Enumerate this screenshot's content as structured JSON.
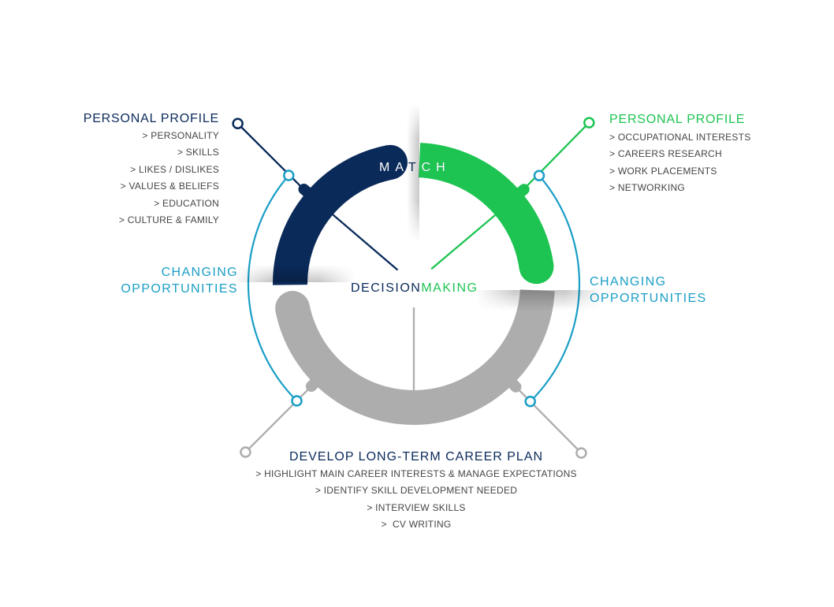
{
  "colors": {
    "navy": "#0a2a5a",
    "green": "#1dc452",
    "gray": "#adadad",
    "teal": "#1a9ec6",
    "text_gray": "#454545",
    "background": "#ffffff"
  },
  "center": {
    "match_label": "MATCH",
    "decision_label": "DECISION",
    "making_label": "MAKING"
  },
  "profile_left": {
    "title": "PERSONAL PROFILE",
    "items": [
      "> PERSONALITY",
      "> SKILLS",
      "> LIKES / DISLIKES",
      "> VALUES & BELIEFS",
      "> EDUCATION",
      "> CULTURE & FAMILY"
    ]
  },
  "profile_right": {
    "title": "PERSONAL PROFILE",
    "items": [
      "> OCCUPATIONAL INTERESTS",
      "> CAREERS RESEARCH",
      "> WORK PLACEMENTS",
      "> NETWORKING"
    ]
  },
  "changing_left": {
    "line1": "CHANGING",
    "line2": "OPPORTUNITIES"
  },
  "changing_right": {
    "line1": "CHANGING",
    "line2": "OPPORTUNITIES"
  },
  "career_plan": {
    "title": "DEVELOP LONG-TERM CAREER PLAN",
    "items": [
      "> HIGHLIGHT MAIN CAREER INTERESTS & MANAGE EXPECTATIONS",
      "> IDENTIFY SKILL DEVELOPMENT NEEDED",
      "> INTERVIEW SKILLS",
      ">  CV WRITING"
    ]
  },
  "icons": {
    "node": "circle-node-icon",
    "arc": "arc-segment"
  }
}
